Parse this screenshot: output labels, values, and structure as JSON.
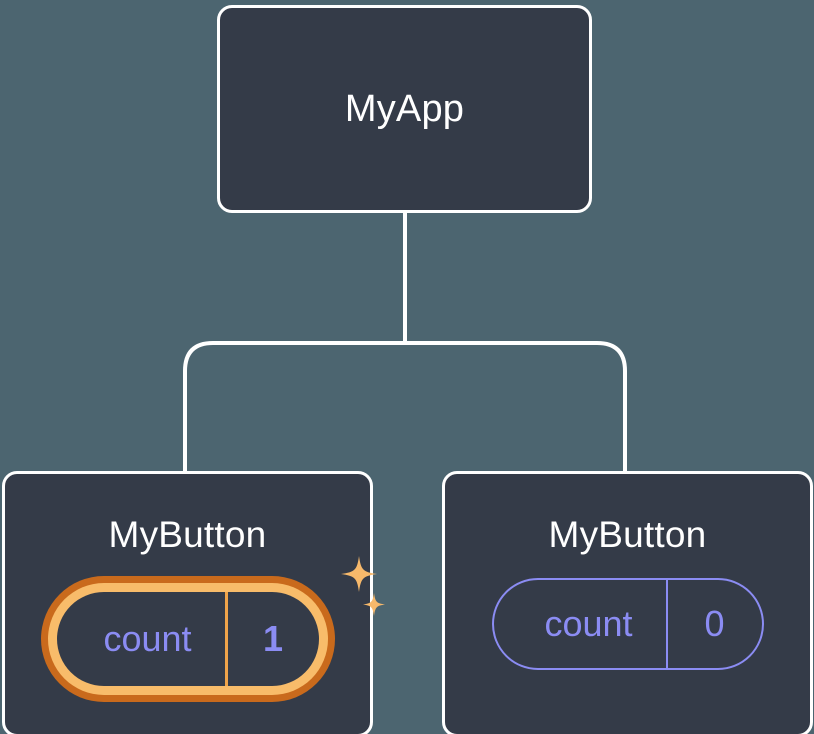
{
  "diagram": {
    "type": "component-tree",
    "title": "React component tree with state pills",
    "colors": {
      "background": "#4c6570",
      "node_fill": "#343b48",
      "node_border": "#ffffff",
      "connector": "#ffffff",
      "state_text": "#8b8cf3",
      "highlight_ring_outer": "#c96a1c",
      "highlight_ring_inner": "#f8bc6a",
      "highlight_divider": "#f0a44a",
      "sparkle": "#f7b96b"
    },
    "root": {
      "label": "MyApp"
    },
    "children": [
      {
        "label": "MyButton",
        "state": {
          "key": "count",
          "value": "1",
          "highlighted": true,
          "sparkle_icons": [
            "sparkle-large-icon",
            "sparkle-small-icon"
          ]
        }
      },
      {
        "label": "MyButton",
        "state": {
          "key": "count",
          "value": "0",
          "highlighted": false,
          "sparkle_icons": []
        }
      }
    ]
  }
}
